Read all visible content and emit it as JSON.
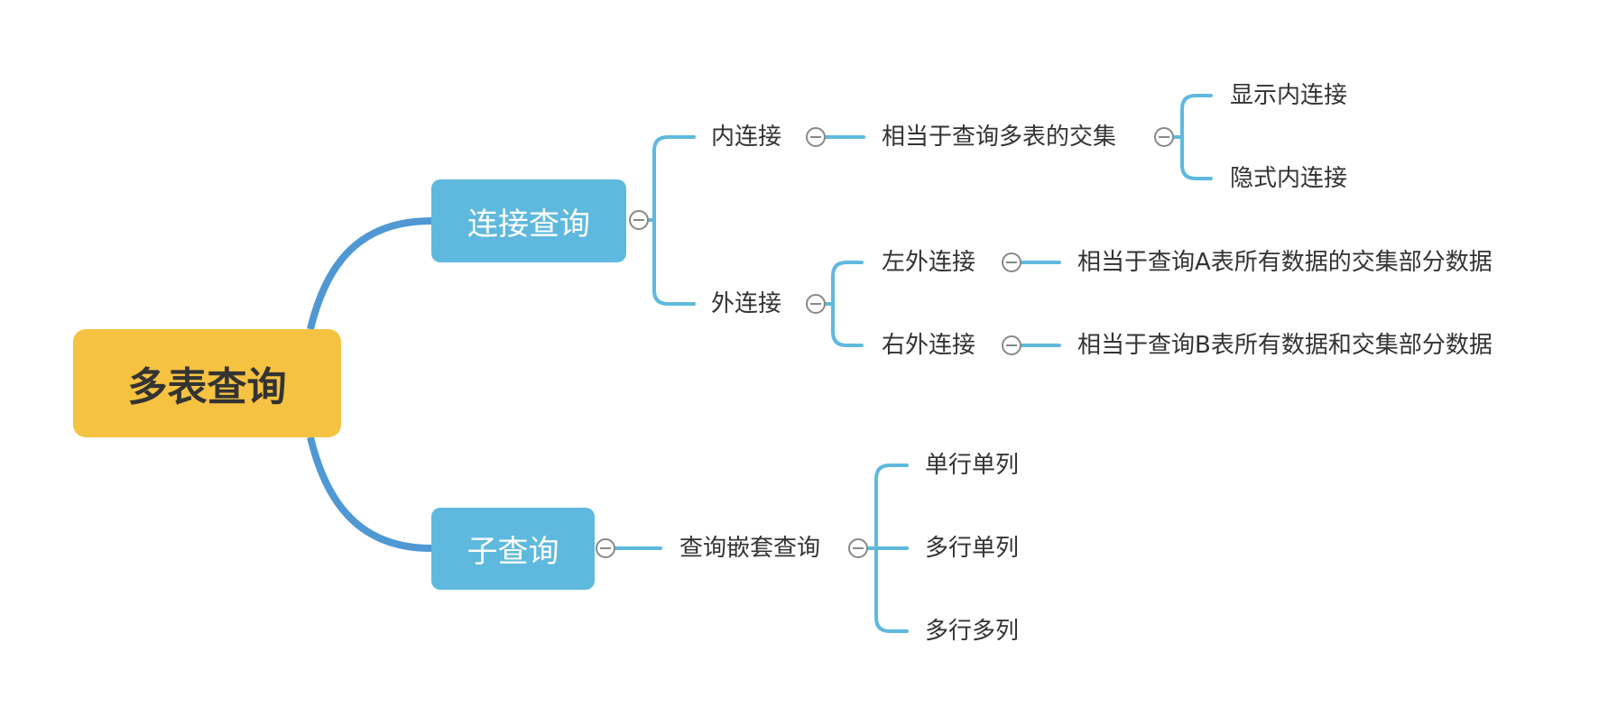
{
  "root": {
    "label": "多表查询"
  },
  "colors": {
    "root_fill": "#f5c242",
    "main_fill": "#5fb9de",
    "main_branch": "#4f98d4",
    "sub_branch": "#5fb9de",
    "text": "#333333",
    "collapse": "#888888"
  },
  "branches": [
    {
      "label": "连接查询",
      "children": [
        {
          "label": "内连接",
          "children": [
            {
              "label": "相当于查询多表的交集",
              "children": [
                {
                  "label": "显示内连接"
                },
                {
                  "label": "隐式内连接"
                }
              ]
            }
          ]
        },
        {
          "label": "外连接",
          "children": [
            {
              "label": "左外连接",
              "children": [
                {
                  "label": "相当于查询A表所有数据的交集部分数据"
                }
              ]
            },
            {
              "label": "右外连接",
              "children": [
                {
                  "label": "相当于查询B表所有数据和交集部分数据"
                }
              ]
            }
          ]
        }
      ]
    },
    {
      "label": "子查询",
      "children": [
        {
          "label": "查询嵌套查询",
          "children": [
            {
              "label": "单行单列"
            },
            {
              "label": "多行单列"
            },
            {
              "label": "多行多列"
            }
          ]
        }
      ]
    }
  ],
  "icons": {
    "collapse": "collapse-minus-icon"
  }
}
